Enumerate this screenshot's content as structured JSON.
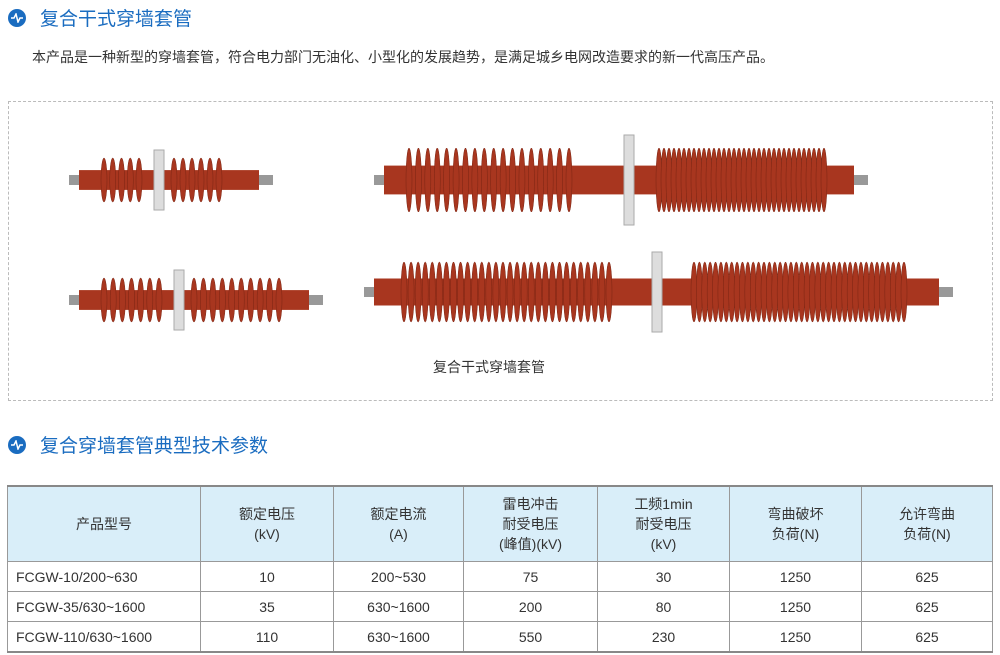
{
  "section1": {
    "title": "复合干式穿墙套管",
    "intro": "本产品是一种新型的穿墙套管，符合电力部门无油化、小型化的发展趋势，是满足城乡电网改造要求的新一代高压产品。",
    "caption": "复合干式穿墙套管"
  },
  "section2": {
    "title": "复合穿墙套管典型技术参数"
  },
  "table": {
    "headers": [
      [
        "产品型号"
      ],
      [
        "额定电压",
        "(kV)"
      ],
      [
        "额定电流",
        "(A)"
      ],
      [
        "雷电冲击",
        "耐受电压",
        "(峰值)(kV)"
      ],
      [
        "工频1min",
        "耐受电压",
        "(kV)"
      ],
      [
        "弯曲破坏",
        "负荷(N)"
      ],
      [
        "允许弯曲",
        "负荷(N)"
      ]
    ],
    "rows": [
      [
        "FCGW-10/200~630",
        "10",
        "200~530",
        "75",
        "30",
        "1250",
        "625"
      ],
      [
        "FCGW-35/630~1600",
        "35",
        "630~1600",
        "200",
        "80",
        "1250",
        "625"
      ],
      [
        "FCGW-110/630~1600",
        "110",
        "630~1600",
        "550",
        "230",
        "1250",
        "625"
      ]
    ]
  },
  "colors": {
    "accent": "#1a6cc0",
    "insulator": "#a8361f",
    "header_bg": "#d9eef9"
  }
}
